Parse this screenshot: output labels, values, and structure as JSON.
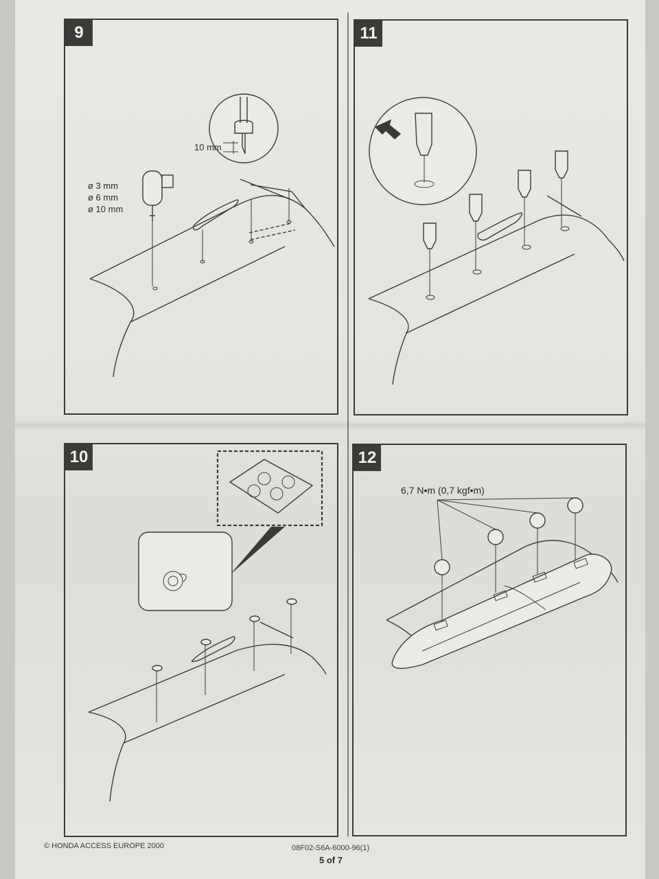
{
  "steps": {
    "s9": "9",
    "s11": "11",
    "s10": "10",
    "s12": "12"
  },
  "step9": {
    "depth_label": "10 mm",
    "drill_sizes": [
      "ø 3 mm",
      "ø 6 mm",
      "ø 10 mm"
    ]
  },
  "step12": {
    "torque_label": "6,7 N•m (0,7 kgf•m)"
  },
  "footer": {
    "copyright": "© HONDA ACCESS EUROPE 2000",
    "part_code": "08F02-S6A-6000-96(1)",
    "page": "5 of 7"
  }
}
